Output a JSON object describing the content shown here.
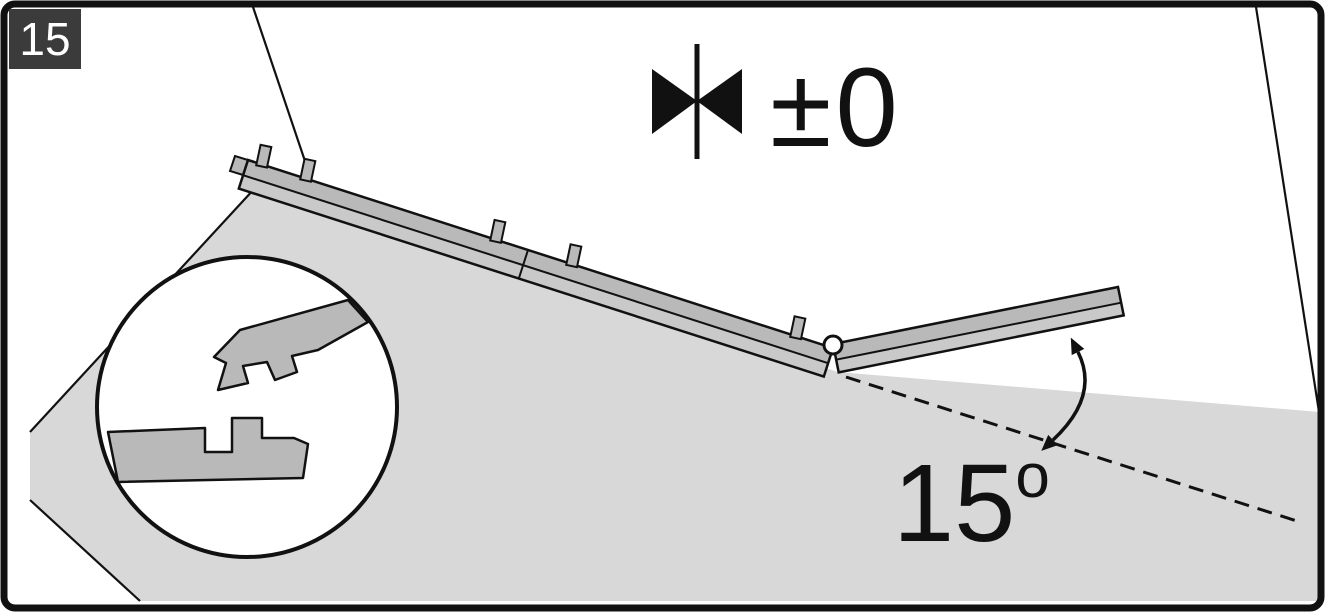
{
  "step_badge": {
    "number": "15"
  },
  "alignment_note": {
    "icon": "flush-valve-icon",
    "label": "±0"
  },
  "angle_note": {
    "icon": "arc-arrow-icon",
    "value": "15",
    "degree_symbol": "o"
  },
  "colors": {
    "background": "#ffffff",
    "outline": "#111111",
    "floor_gray": "#d8d8d8",
    "panel_gray": "#b9b9b9",
    "panel_gray_light": "#c9c9c9",
    "step_box_bg": "#3b3b3b",
    "step_text": "#ffffff"
  },
  "icons": {
    "flush_alignment": "valve-bowtie-triangles",
    "detail_zoom": "magnifier-circle",
    "pivot": "hinge-circle",
    "angle": "double-headed-arc-arrow"
  }
}
